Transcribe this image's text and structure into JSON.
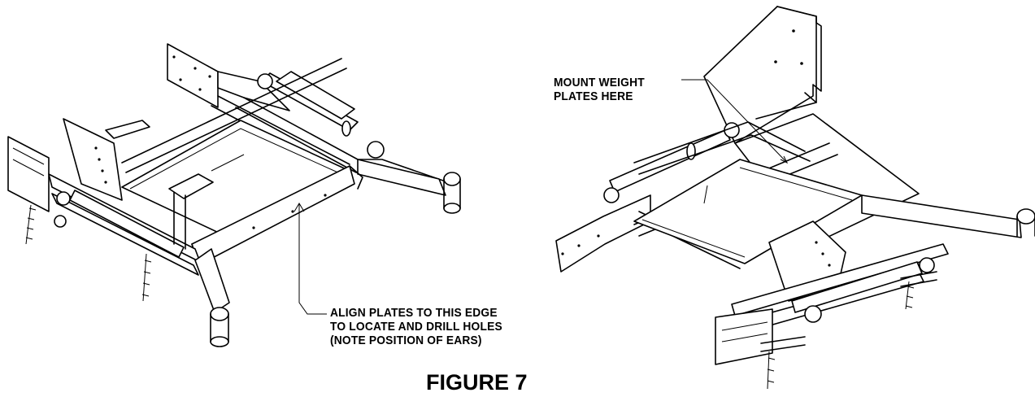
{
  "figure": {
    "title": "FIGURE 7"
  },
  "callouts": {
    "mount_weight": [
      "MOUNT WEIGHT",
      "PLATES HERE"
    ],
    "align_plates": [
      "ALIGN PLATES TO THIS EDGE",
      "TO LOCATE AND DRILL HOLES",
      "(NOTE POSITION OF EARS)"
    ]
  }
}
